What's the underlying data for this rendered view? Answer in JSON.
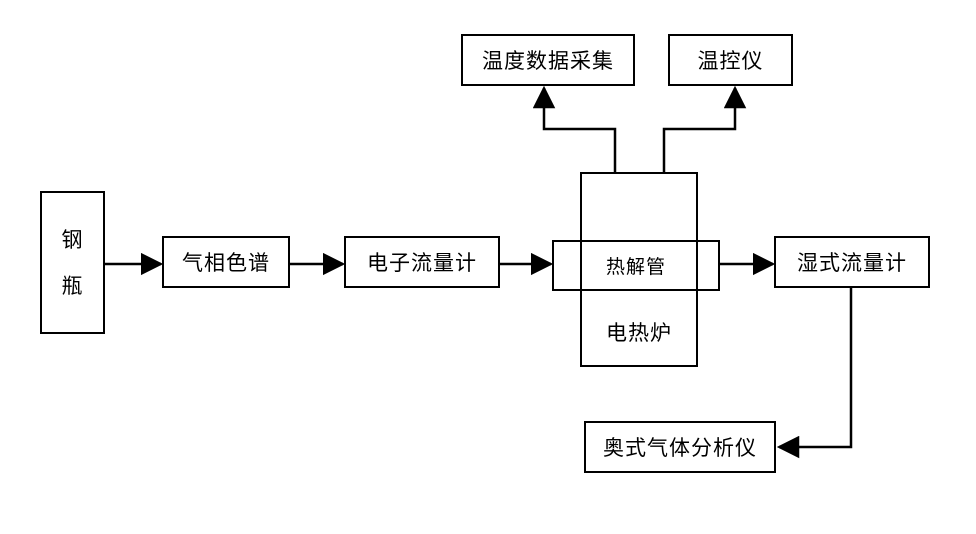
{
  "nodes": {
    "cylinder": {
      "chars": [
        "钢",
        "瓶"
      ]
    },
    "gc": "气相色谱",
    "mfc": "电子流量计",
    "pyrolysis_tube": "热解管",
    "furnace": "电热炉",
    "wet_meter": "湿式流量计",
    "orsat": "奥式气体分析仪",
    "temp_daq": "温度数据采集",
    "temp_ctrl": "温控仪"
  },
  "colors": {
    "line": "#000000",
    "background": "#ffffff"
  }
}
